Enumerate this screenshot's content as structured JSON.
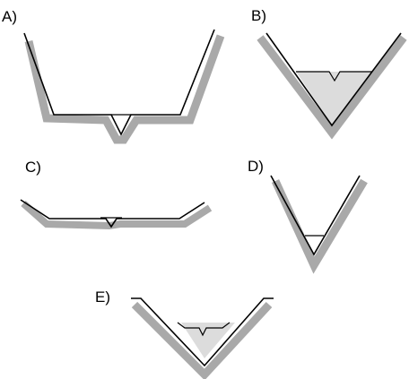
{
  "colors": {
    "shadow": "#a9a9a9",
    "water_fill": "#dcdcdc",
    "line": "#000000",
    "background": "#ffffff"
  },
  "panels": [
    {
      "label": "A)"
    },
    {
      "label": "B)"
    },
    {
      "label": "C)"
    },
    {
      "label": "D)"
    },
    {
      "label": "E)"
    }
  ]
}
